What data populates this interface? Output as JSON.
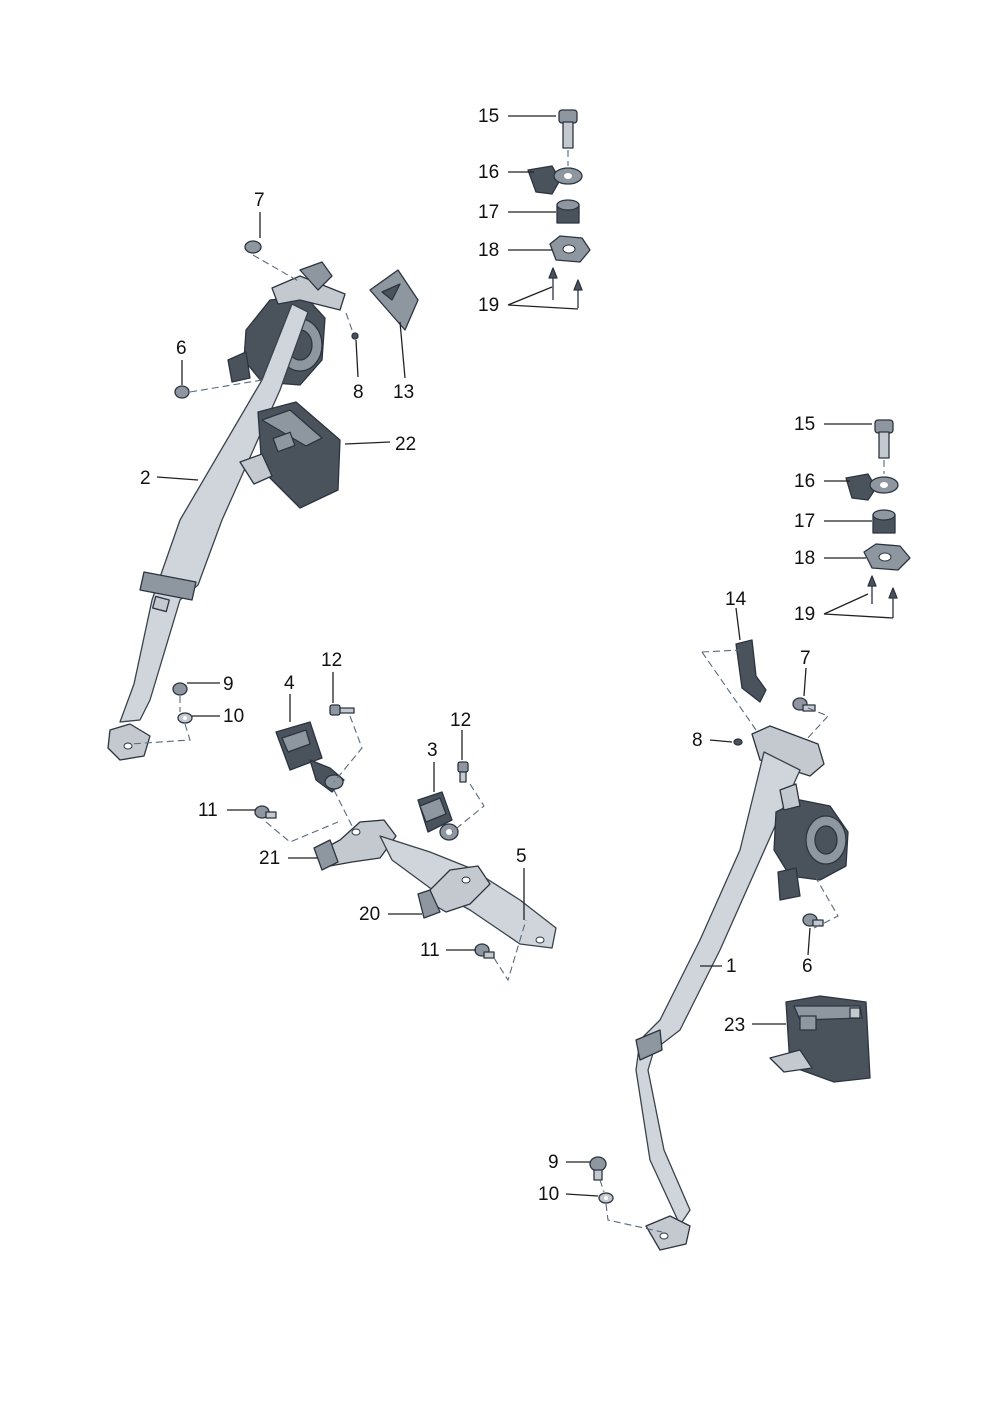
{
  "callouts": {
    "c15a": "15",
    "c16a": "16",
    "c17a": "17",
    "c18a": "18",
    "c19a": "19",
    "c7a": "7",
    "c6a": "6",
    "c8a": "8",
    "c13": "13",
    "c22": "22",
    "c2": "2",
    "c9a": "9",
    "c10a": "10",
    "c4": "4",
    "c12a": "12",
    "c12b": "12",
    "c3": "3",
    "c11a": "11",
    "c21": "21",
    "c5": "5",
    "c20": "20",
    "c11b": "11",
    "c15b": "15",
    "c16b": "16",
    "c17b": "17",
    "c18b": "18",
    "c19b": "19",
    "c14": "14",
    "c7b": "7",
    "c8b": "8",
    "c1": "1",
    "c6b": "6",
    "c23": "23",
    "c9b": "9",
    "c10b": "10"
  },
  "colors": {
    "part_dark": "#4a525c",
    "part_mid": "#8e969f",
    "part_light": "#c3c9cf",
    "belt": "#cfd5da"
  }
}
